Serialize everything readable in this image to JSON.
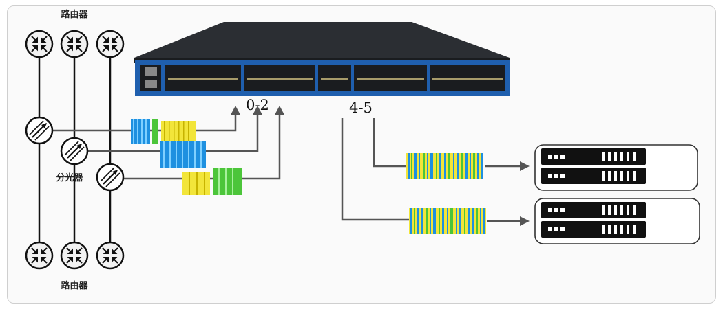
{
  "labels": {
    "router_top": "路由器",
    "router_bottom": "路由器",
    "splitter": "分光器",
    "ports_left": "0-2",
    "ports_right": "4-5"
  },
  "icons": {
    "router": "router-icon",
    "splitter": "optical-splitter-icon",
    "switch": "network-switch",
    "server": "server-icon",
    "arrow": "arrow-icon"
  },
  "colors": {
    "router_fill": "#f2f2f2",
    "line": "#555555",
    "switch_body": "#2b2e33",
    "switch_port_panel": "#1f5fae",
    "blue_packet": "#1e90e0",
    "yellow_packet": "#f2e53a",
    "green_packet": "#4cc53a"
  }
}
